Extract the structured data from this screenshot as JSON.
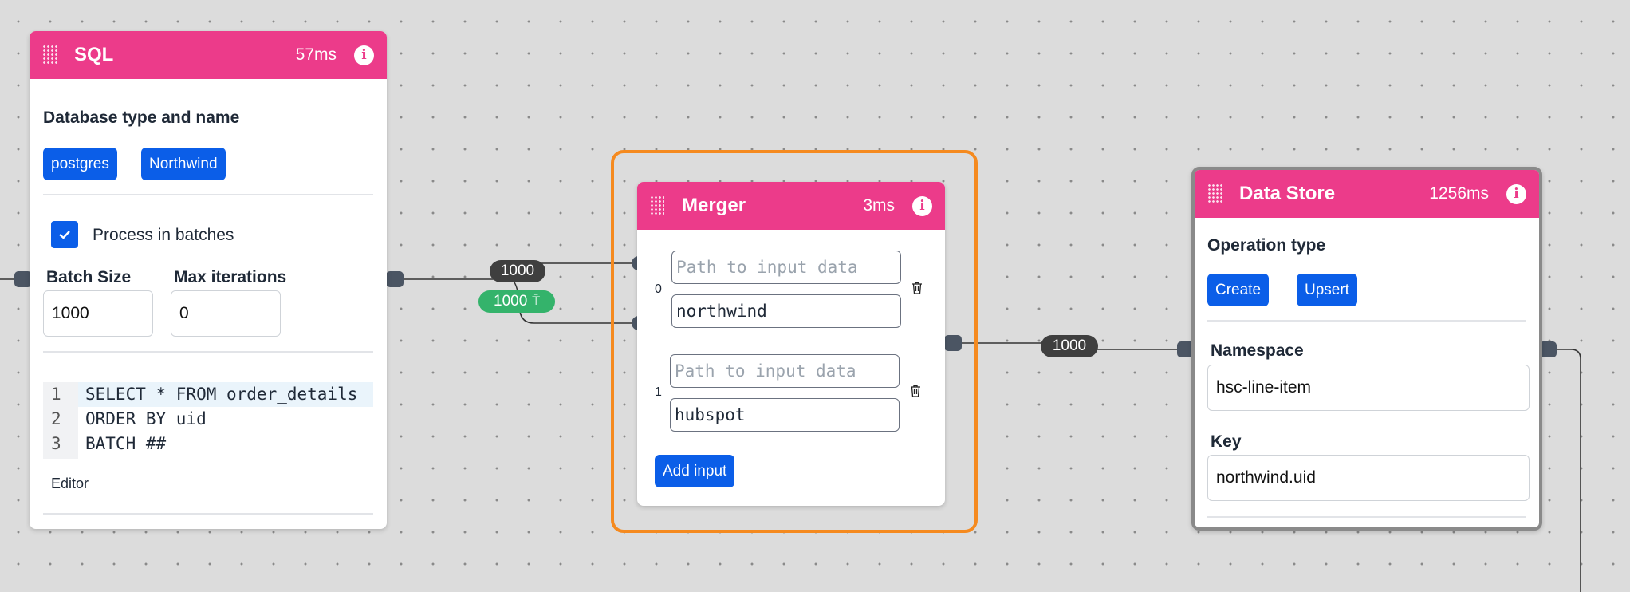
{
  "colors": {
    "header": "#ec3b8a",
    "accent": "#0b5ee8",
    "selected_border": "#f58a1f",
    "badge_dark": "#3f3f3f",
    "badge_green": "#34b36b"
  },
  "sql_node": {
    "title": "SQL",
    "time": "57ms",
    "info_glyph": "i",
    "db_section_title": "Database type and name",
    "db_type": "postgres",
    "db_name": "Northwind",
    "process_label": "Process in batches",
    "process_checked": true,
    "batch_size_label": "Batch Size",
    "batch_size_value": "1000",
    "max_iter_label": "Max iterations",
    "max_iter_value": "0",
    "code_lines": [
      {
        "num": "1",
        "text": "SELECT * FROM order_details"
      },
      {
        "num": "2",
        "text": "ORDER BY uid"
      },
      {
        "num": "3",
        "text": "BATCH ##"
      }
    ],
    "editor_label": "Editor"
  },
  "merger_node": {
    "title": "Merger",
    "time": "3ms",
    "info_glyph": "i",
    "inputs": [
      {
        "index": "0",
        "path_placeholder": "Path to input data",
        "value": "northwind"
      },
      {
        "index": "1",
        "path_placeholder": "Path to input data",
        "value": "hubspot"
      }
    ],
    "add_input_label": "Add input"
  },
  "datastore_node": {
    "title": "Data Store",
    "time": "1256ms",
    "info_glyph": "i",
    "operation_title": "Operation type",
    "op_create": "Create",
    "op_upsert": "Upsert",
    "namespace_label": "Namespace",
    "namespace_value": "hsc-line-item",
    "key_label": "Key",
    "key_value": "northwind.uid"
  },
  "edges": {
    "sql_to_merger_count": "1000",
    "sql_to_merger_filter_count": "1000",
    "filter_glyph": "⍑",
    "merger_to_store_count": "1000"
  }
}
